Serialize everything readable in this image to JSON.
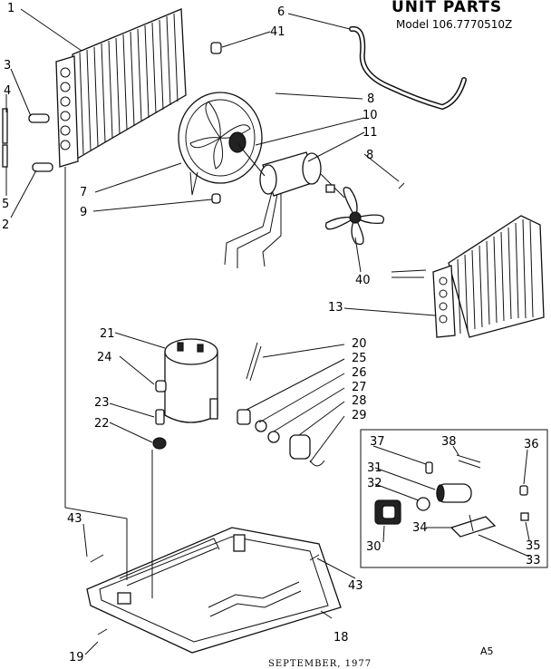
{
  "title": "UNIT PARTS",
  "model": "Model 106.7770510Z",
  "footer_date": "SEPTEMBER, 1977",
  "page_code": "A5",
  "callouts": {
    "c1": "1",
    "c2": "2",
    "c3": "3",
    "c4": "4",
    "c5": "5",
    "c6": "6",
    "c7": "7",
    "c8a": "8",
    "c8b": "8",
    "c9": "9",
    "c10": "10",
    "c11": "11",
    "c13": "13",
    "c18": "18",
    "c19": "19",
    "c20": "20",
    "c21": "21",
    "c22": "22",
    "c23": "23",
    "c24": "24",
    "c25": "25",
    "c26": "26",
    "c27": "27",
    "c28": "28",
    "c29": "29",
    "c30": "30",
    "c31": "31",
    "c32": "32",
    "c33": "33",
    "c34": "34",
    "c35": "35",
    "c36": "36",
    "c37": "37",
    "c38": "38",
    "c40": "40",
    "c41": "41",
    "c43a": "43",
    "c43b": "43"
  }
}
